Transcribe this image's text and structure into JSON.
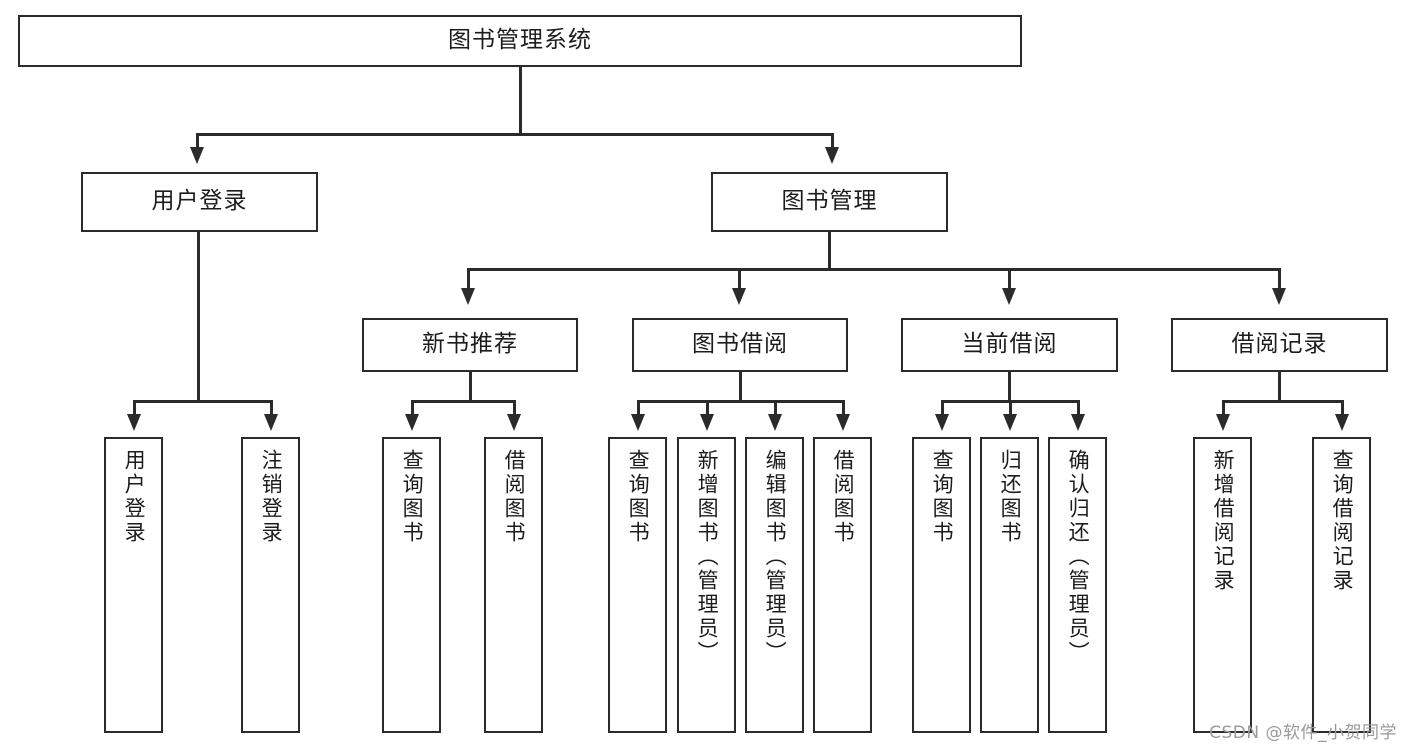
{
  "diagram": {
    "type": "tree",
    "title": "图书管理系统",
    "root": {
      "label": "图书管理系统"
    },
    "level2": [
      {
        "label": "用户登录"
      },
      {
        "label": "图书管理"
      }
    ],
    "level3": [
      {
        "label": "新书推荐"
      },
      {
        "label": "图书借阅"
      },
      {
        "label": "当前借阅"
      },
      {
        "label": "借阅记录"
      }
    ],
    "leaves": {
      "user_login": [
        {
          "label": "用户登录"
        },
        {
          "label": "注销登录"
        }
      ],
      "new_book_recommend": [
        {
          "label": "查询图书"
        },
        {
          "label": "借阅图书"
        }
      ],
      "book_borrow": [
        {
          "label": "查询图书"
        },
        {
          "label": "新增图书（管理员）"
        },
        {
          "label": "编辑图书（管理员）"
        },
        {
          "label": "借阅图书"
        }
      ],
      "current_borrow": [
        {
          "label": "查询图书"
        },
        {
          "label": "归还图书"
        },
        {
          "label": "确认归还（管理员）"
        }
      ],
      "borrow_record": [
        {
          "label": "新增借阅记录"
        },
        {
          "label": "查询借阅记录"
        }
      ]
    }
  },
  "watermark": {
    "text": "CSDN @软件_小贺同学"
  },
  "colors": {
    "stroke": "#2b2b2b",
    "background": "#ffffff",
    "text": "#1c1c1c",
    "watermark": "#9a9a9a"
  }
}
